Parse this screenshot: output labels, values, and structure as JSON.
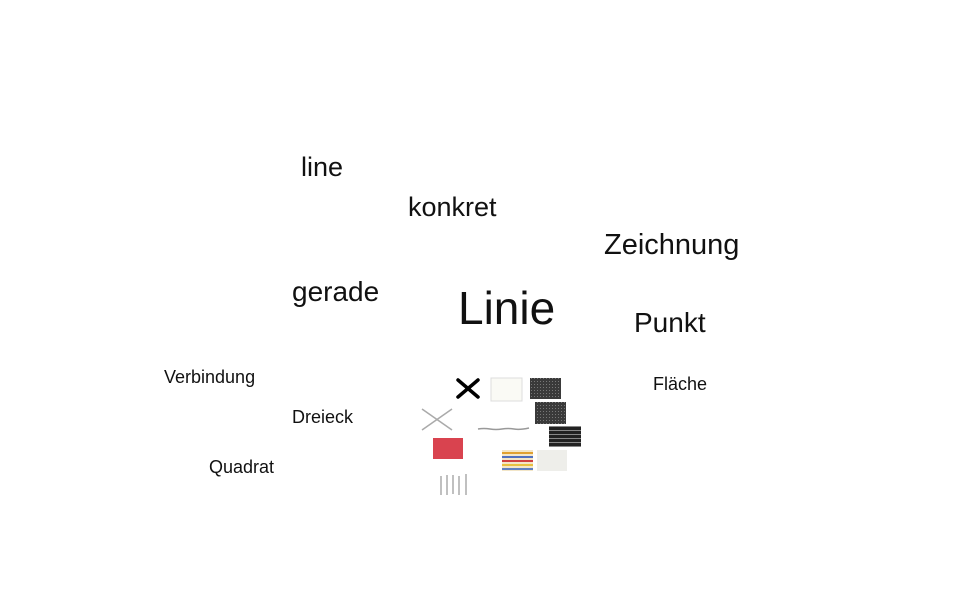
{
  "words": {
    "line": "line",
    "konkret": "konkret",
    "zeichnung": "Zeichnung",
    "gerade": "gerade",
    "linie": "Linie",
    "punkt": "Punkt",
    "verbindung": "Verbindung",
    "dreieck": "Dreieck",
    "quadrat": "Quadrat",
    "flaeche": "Fläche"
  },
  "colors": {
    "text": "#111111",
    "red_swatch": "#d9434f",
    "dark_swatch": "#2a2a2a"
  }
}
